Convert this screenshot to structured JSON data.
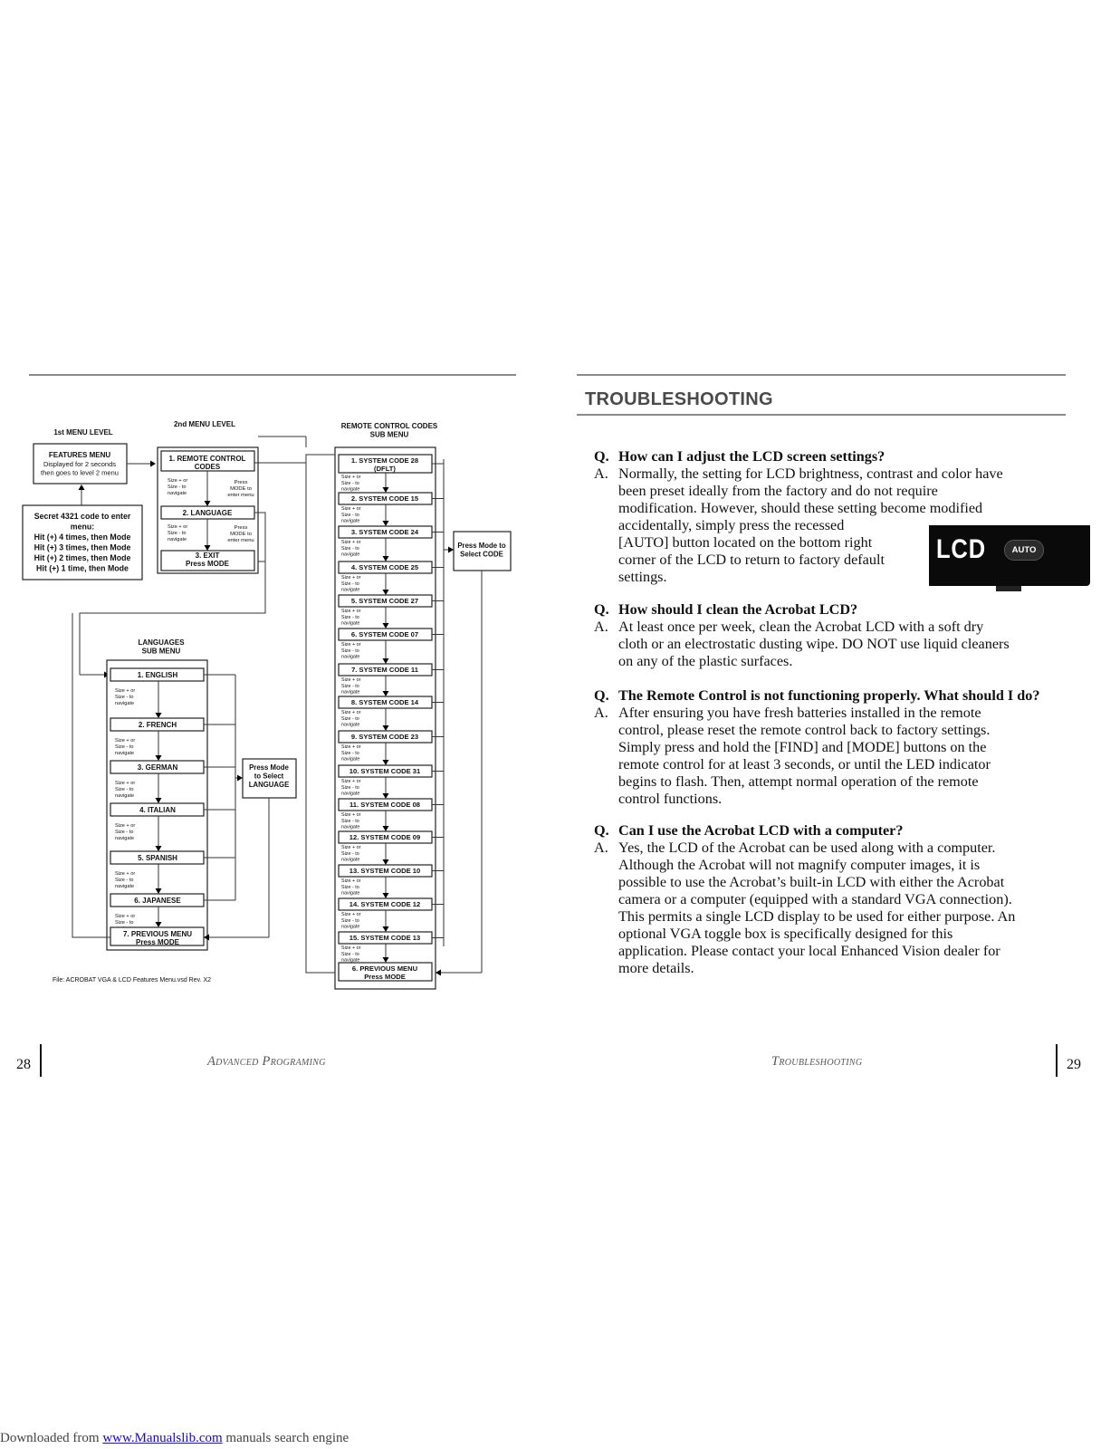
{
  "diagram": {
    "level1_header": "1st MENU LEVEL",
    "level2_header": "2nd MENU LEVEL",
    "rc_header": [
      "REMOTE CONTROL CODES",
      "SUB MENU"
    ],
    "lang_header": [
      "LANGUAGES",
      "SUB MENU"
    ],
    "features_menu": [
      "FEATURES MENU",
      "Displayed for 2 seconds",
      "then goes to level 2 menu"
    ],
    "secret_code": [
      "Secret 4321 code to enter",
      "menu:",
      "Hit (+) 4 times, then Mode",
      "Hit (+) 3 times, then Mode",
      "Hit (+) 2 times, then Mode",
      "Hit (+) 1 time, then Mode"
    ],
    "level2_items": [
      [
        "1.  REMOTE CONTROL",
        "CODES"
      ],
      [
        "2. LANGUAGE"
      ],
      [
        "3. EXIT",
        "Press MODE"
      ]
    ],
    "nav_hint": [
      "Size + or",
      "Size - to",
      "navigate"
    ],
    "press_mode_enter": [
      "Press",
      "MODE to",
      "enter menu"
    ],
    "system_codes": [
      [
        "1. SYSTEM CODE 28",
        "(DFLT)"
      ],
      [
        "2. SYSTEM CODE 15"
      ],
      [
        "3. SYSTEM CODE 24"
      ],
      [
        "4. SYSTEM CODE 25"
      ],
      [
        "5. SYSTEM CODE 27"
      ],
      [
        "6. SYSTEM CODE 07"
      ],
      [
        "7. SYSTEM CODE 11"
      ],
      [
        "8. SYSTEM CODE 14"
      ],
      [
        "9. SYSTEM CODE 23"
      ],
      [
        "10. SYSTEM CODE 31"
      ],
      [
        "11. SYSTEM CODE 08"
      ],
      [
        "12. SYSTEM CODE 09"
      ],
      [
        "13. SYSTEM CODE 10"
      ],
      [
        "14. SYSTEM CODE 12"
      ],
      [
        "15. SYSTEM CODE 13"
      ],
      [
        "6. PREVIOUS MENU",
        "Press MODE"
      ]
    ],
    "select_code": [
      "Press Mode to",
      "Select CODE"
    ],
    "languages": [
      [
        "1. ENGLISH"
      ],
      [
        "2. FRENCH"
      ],
      [
        "3. GERMAN"
      ],
      [
        "4. ITALIAN"
      ],
      [
        "5. SPANISH"
      ],
      [
        "6. JAPANESE"
      ],
      [
        "7. PREVIOUS MENU",
        "Press MODE"
      ]
    ],
    "select_language": [
      "Press Mode",
      "to Select",
      "LANGUAGE"
    ],
    "file_note": "File: ACROBAT VGA & LCD Features Menu.vsd Rev. X2"
  },
  "right_page": {
    "heading": "TROUBLESHOOTING",
    "qa": [
      {
        "q_label": "Q.",
        "q": "How can I adjust the LCD screen settings?",
        "a_label": "A.",
        "a_lines": [
          "Normally, the setting for LCD brightness, contrast and color have",
          "been preset ideally from the factory and do not require",
          "modification. However, should these setting become modified",
          "accidentally, simply press the recessed",
          "[AUTO] button located on the bottom right",
          "corner of the LCD to return to factory default",
          "settings."
        ]
      },
      {
        "q_label": "Q.",
        "q": "How should I clean the Acrobat LCD?",
        "a_label": "A.",
        "a_lines": [
          "At least once per week, clean the Acrobat LCD with a soft dry",
          "cloth or an electrostatic dusting wipe. DO NOT use liquid cleaners",
          "on any of the plastic surfaces."
        ]
      },
      {
        "q_label": "Q.",
        "q": "The Remote Control is not functioning properly. What should I do?",
        "a_label": "A.",
        "a_lines": [
          "After ensuring you have fresh batteries installed in the remote",
          "control, please reset the remote control back to factory settings.",
          "Simply press and hold the [FIND] and [MODE] buttons on the",
          "remote control for at least 3 seconds, or until the LED indicator",
          "begins to flash.  Then, attempt normal operation of the remote",
          "control functions."
        ]
      },
      {
        "q_label": "Q.",
        "q": "Can I use the Acrobat LCD with a computer?",
        "a_label": "A.",
        "a_lines": [
          "Yes, the LCD of the Acrobat can be used along with a computer.",
          "Although the Acrobat will not magnify computer images, it is",
          "possible to use the Acrobat’s built-in LCD with either the Acrobat",
          "camera or a computer (equipped with a standard VGA connection).",
          "This permits a single LCD display to be used for either purpose. An",
          "optional VGA toggle box is specifically designed for this",
          "application. Please contact your local Enhanced Vision dealer for",
          "more details."
        ]
      }
    ],
    "lcd_image": {
      "lcd_label": "LCD",
      "auto_label": "AUTO"
    }
  },
  "footer": {
    "left_page_number": "28",
    "left_title": "Advanced Programing",
    "right_title": "Troubleshooting",
    "right_page_number": "29"
  },
  "download_bar": {
    "prefix": "Downloaded from ",
    "link_text": "www.Manualslib.com",
    "suffix": " manuals search engine"
  }
}
